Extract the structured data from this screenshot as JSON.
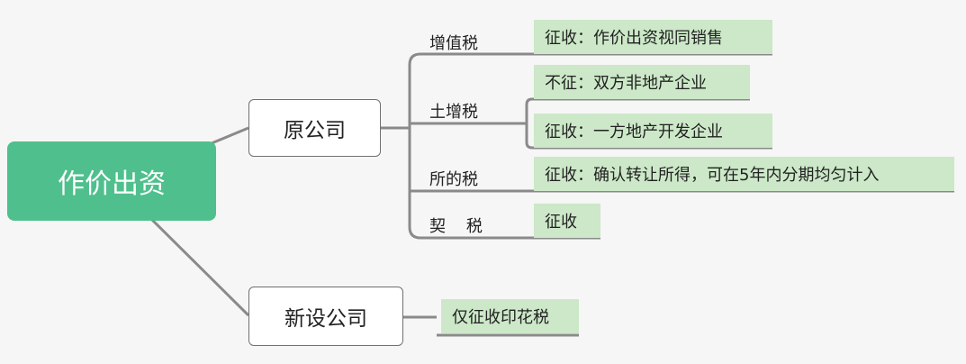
{
  "colors": {
    "root_bg": "#4fc08d",
    "leaf_bg": "#cce8c8",
    "line": "#8a8a8a"
  },
  "root": {
    "label": "作价出资"
  },
  "original_company": {
    "label": "原公司",
    "taxes": [
      {
        "name": "增值税",
        "items": [
          "征收：作价出资视同销售"
        ]
      },
      {
        "name": "土增税",
        "items": [
          "不征：双方非地产企业",
          "征收：一方地产开发企业"
        ]
      },
      {
        "name": "所的税",
        "items": [
          "征收：确认转让所得，可在5年内分期均匀计入"
        ]
      },
      {
        "name": "契    税",
        "items": [
          "征收"
        ]
      }
    ]
  },
  "new_company": {
    "label": "新设公司",
    "items": [
      "仅征收印花税"
    ]
  }
}
